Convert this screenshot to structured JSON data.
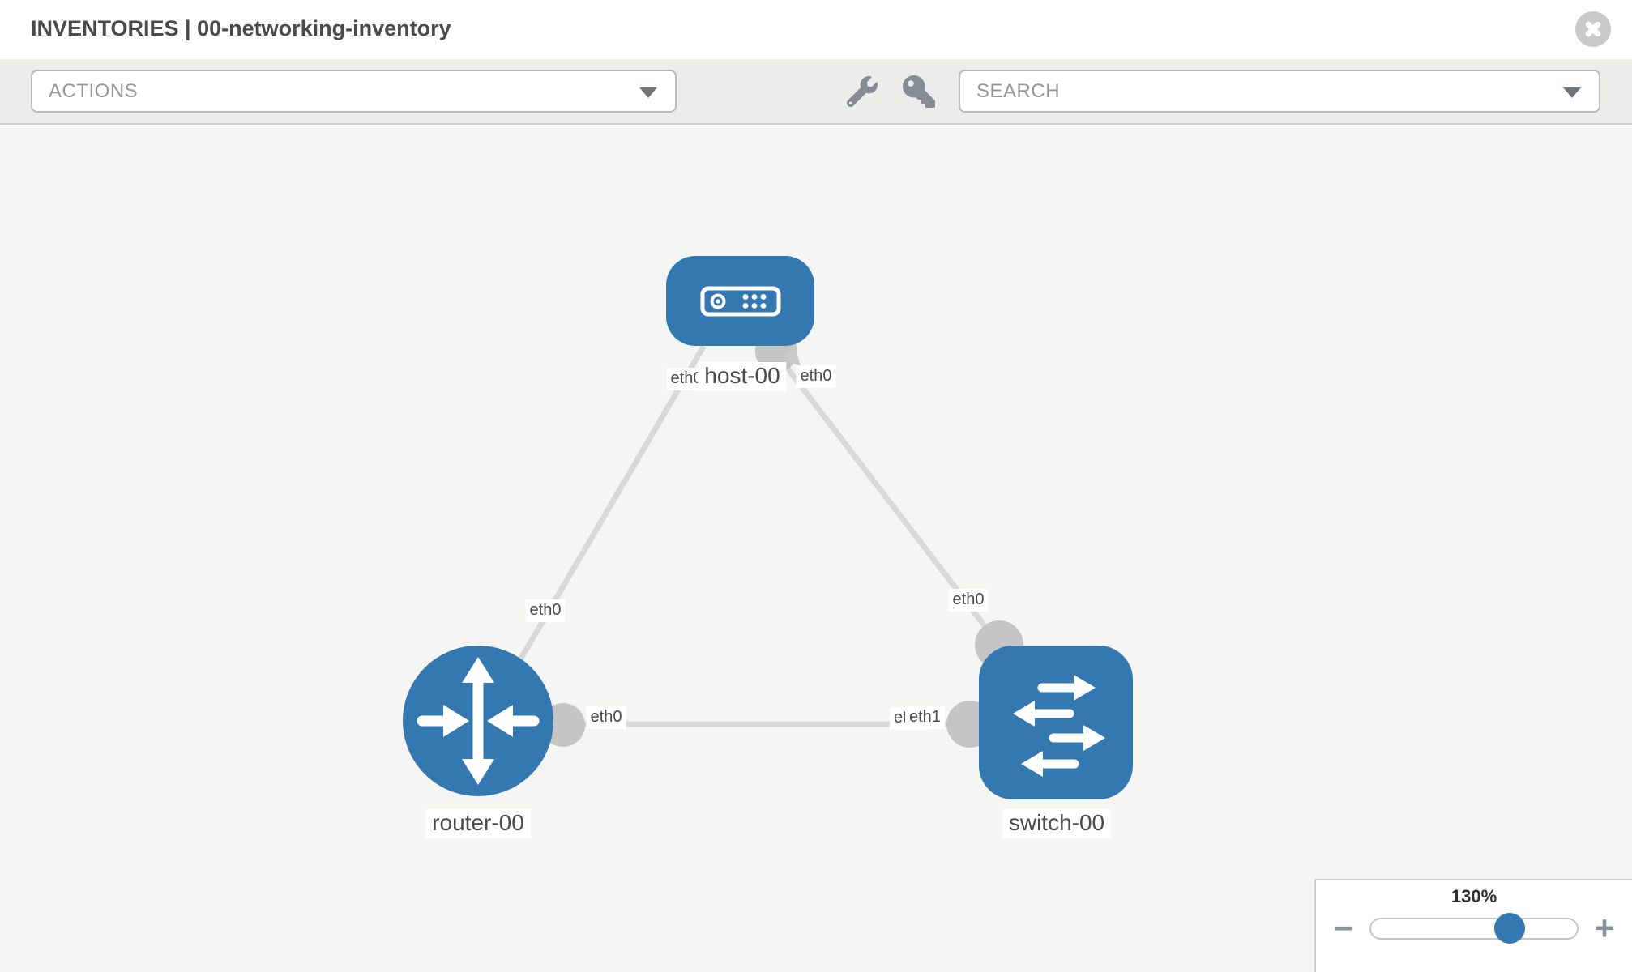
{
  "header": {
    "title": "INVENTORIES | 00-networking-inventory"
  },
  "toolbar": {
    "actions_label": "ACTIONS",
    "search_placeholder": "SEARCH"
  },
  "topology": {
    "nodes": [
      {
        "label": "host-00",
        "type": "host"
      },
      {
        "label": "router-00",
        "type": "router"
      },
      {
        "label": "switch-00",
        "type": "switch"
      }
    ],
    "links": [
      {
        "from": "host-00",
        "to": "router-00",
        "from_interface": "eth0",
        "to_interface": "eth0"
      },
      {
        "from": "host-00",
        "to": "switch-00",
        "from_interface": "eth0",
        "to_interface": "eth0"
      },
      {
        "from": "router-00",
        "to": "switch-00",
        "from_interface": "eth0",
        "to_interface": "eth1"
      }
    ],
    "interface_labels": {
      "host_left": "eth0",
      "host_right": "eth0",
      "link1_router_end": "eth0",
      "link2_switch_end": "eth0",
      "link3_router_end": "eth0",
      "link3_switch_end_under": "eth0",
      "link3_switch_end": "eth1"
    }
  },
  "zoom_control": {
    "level": "130%",
    "zoom_out_glyph": "−",
    "zoom_in_glyph": "+"
  },
  "icons": {
    "close": "circle-x",
    "wrench": "wrench",
    "key": "key",
    "dropdown_caret": "chevron-down",
    "zoom_out": "minus",
    "zoom_in": "plus"
  },
  "colors": {
    "node_blue": "#3478b2",
    "link_gray": "#d8d8d8",
    "interface_gray": "#c5c5c5",
    "canvas_bg": "#f5f5f4",
    "toolbar_bg": "#ececeb",
    "slider_handle_blue": "#3478b2"
  }
}
